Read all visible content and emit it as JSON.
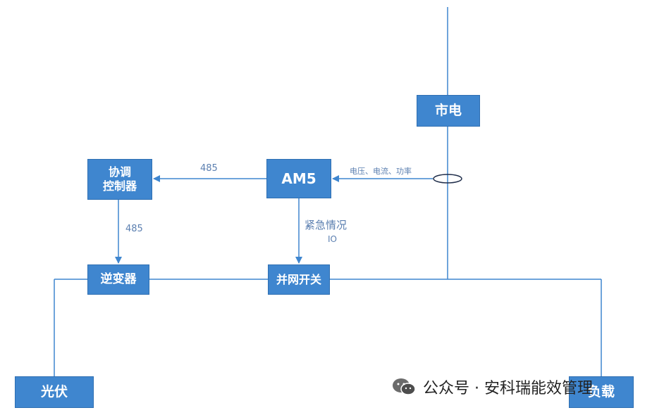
{
  "nodes": {
    "grid": "市电",
    "am5": "AM5",
    "coordinator_line1": "协调",
    "coordinator_line2": "控制器",
    "inverter": "逆变器",
    "grid_switch": "并网开关",
    "pv": "光伏",
    "load": "负载"
  },
  "edge_labels": {
    "am5_to_coordinator": "485",
    "coordinator_to_inverter": "485",
    "meter_to_am5": "电压、电流、功率",
    "am5_to_switch_line1": "紧急情况",
    "am5_to_switch_line2": "IO"
  },
  "watermark": {
    "text": "公众号 · 安科瑞能效管理",
    "icon": "wechat-icon"
  },
  "colors": {
    "box_fill": "#3f86cf",
    "box_border": "#2f6fb2",
    "line": "#3f86cf",
    "label": "#5b7fb0"
  }
}
